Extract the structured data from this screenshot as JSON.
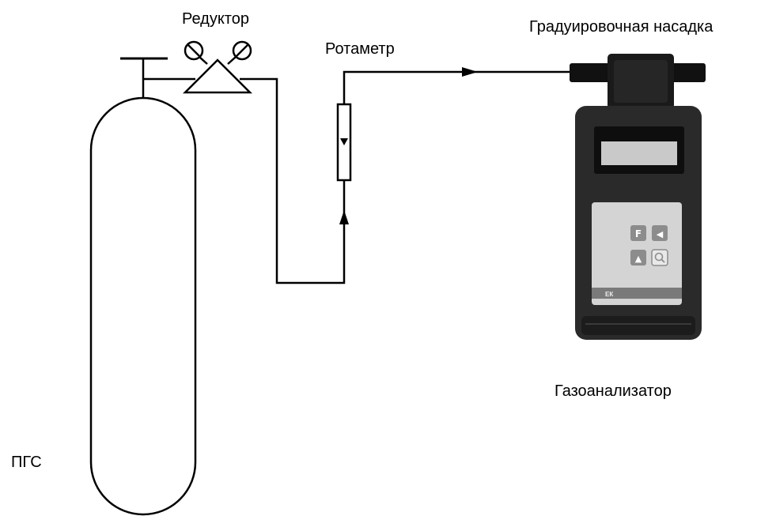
{
  "labels": {
    "reducer": "Редуктор",
    "rotameter": "Ротаметр",
    "nozzle": "Градуировочная насадка",
    "analyzer": "Газоанализатор",
    "cylinder": "ПГС"
  },
  "device": {
    "keys": [
      "F",
      "◀",
      "▲",
      "🔍"
    ],
    "brand": "ЕК"
  },
  "icons": [
    "pressure-gauge-icon",
    "flow-arrow-icon",
    "gas-cylinder-icon",
    "reducer-valve-icon",
    "rotameter-icon",
    "gas-analyzer-icon"
  ],
  "colors": {
    "line": "#000000",
    "device_body": "#2a2a2a",
    "display": "#c9c9c9",
    "keypad": "#d4d4d4",
    "key": "#8c8c8c",
    "stripe": "#7a7a7a",
    "background": "#ffffff"
  }
}
